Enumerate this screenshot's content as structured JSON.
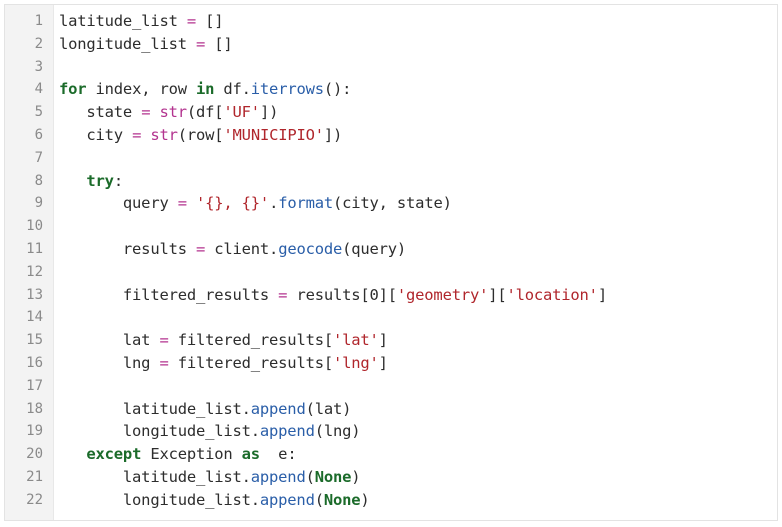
{
  "editor": {
    "lines": [
      {
        "n": "1",
        "tokens": [
          [
            "t",
            "latitude_list "
          ],
          [
            "op",
            "="
          ],
          [
            "t",
            " []"
          ]
        ]
      },
      {
        "n": "2",
        "tokens": [
          [
            "t",
            "longitude_list "
          ],
          [
            "op",
            "="
          ],
          [
            "t",
            " []"
          ]
        ]
      },
      {
        "n": "3",
        "tokens": []
      },
      {
        "n": "4",
        "tokens": [
          [
            "kw",
            "for"
          ],
          [
            "t",
            " index, row "
          ],
          [
            "kw",
            "in"
          ],
          [
            "t",
            " df."
          ],
          [
            "fn",
            "iterrows"
          ],
          [
            "t",
            "():"
          ]
        ]
      },
      {
        "n": "5",
        "tokens": [
          [
            "t",
            "   state "
          ],
          [
            "op",
            "="
          ],
          [
            "t",
            " "
          ],
          [
            "bi",
            "str"
          ],
          [
            "t",
            "(df["
          ],
          [
            "str",
            "'UF'"
          ],
          [
            "t",
            "])"
          ]
        ]
      },
      {
        "n": "6",
        "tokens": [
          [
            "t",
            "   city "
          ],
          [
            "op",
            "="
          ],
          [
            "t",
            " "
          ],
          [
            "bi",
            "str"
          ],
          [
            "t",
            "(row["
          ],
          [
            "str",
            "'MUNICIPIO'"
          ],
          [
            "t",
            "])"
          ]
        ]
      },
      {
        "n": "7",
        "tokens": []
      },
      {
        "n": "8",
        "tokens": [
          [
            "t",
            "   "
          ],
          [
            "kw",
            "try"
          ],
          [
            "t",
            ":"
          ]
        ]
      },
      {
        "n": "9",
        "tokens": [
          [
            "t",
            "       query "
          ],
          [
            "op",
            "="
          ],
          [
            "t",
            " "
          ],
          [
            "str",
            "'{}, {}'"
          ],
          [
            "t",
            "."
          ],
          [
            "fn",
            "format"
          ],
          [
            "t",
            "(city, state)"
          ]
        ]
      },
      {
        "n": "10",
        "tokens": []
      },
      {
        "n": "11",
        "tokens": [
          [
            "t",
            "       results "
          ],
          [
            "op",
            "="
          ],
          [
            "t",
            " client."
          ],
          [
            "fn",
            "geocode"
          ],
          [
            "t",
            "(query)"
          ]
        ]
      },
      {
        "n": "12",
        "tokens": []
      },
      {
        "n": "13",
        "tokens": [
          [
            "t",
            "       filtered_results "
          ],
          [
            "op",
            "="
          ],
          [
            "t",
            " results[0]["
          ],
          [
            "str",
            "'geometry'"
          ],
          [
            "t",
            "]["
          ],
          [
            "str",
            "'location'"
          ],
          [
            "t",
            "]"
          ]
        ]
      },
      {
        "n": "14",
        "tokens": []
      },
      {
        "n": "15",
        "tokens": [
          [
            "t",
            "       lat "
          ],
          [
            "op",
            "="
          ],
          [
            "t",
            " filtered_results["
          ],
          [
            "str",
            "'lat'"
          ],
          [
            "t",
            "]"
          ]
        ]
      },
      {
        "n": "16",
        "tokens": [
          [
            "t",
            "       lng "
          ],
          [
            "op",
            "="
          ],
          [
            "t",
            " filtered_results["
          ],
          [
            "str",
            "'lng'"
          ],
          [
            "t",
            "]"
          ]
        ]
      },
      {
        "n": "17",
        "tokens": []
      },
      {
        "n": "18",
        "tokens": [
          [
            "t",
            "       latitude_list."
          ],
          [
            "fn",
            "append"
          ],
          [
            "t",
            "(lat)"
          ]
        ]
      },
      {
        "n": "19",
        "tokens": [
          [
            "t",
            "       longitude_list."
          ],
          [
            "fn",
            "append"
          ],
          [
            "t",
            "(lng)"
          ]
        ]
      },
      {
        "n": "20",
        "tokens": [
          [
            "t",
            "   "
          ],
          [
            "kw",
            "except"
          ],
          [
            "t",
            " Exception "
          ],
          [
            "kw",
            "as"
          ],
          [
            "t",
            "  e:"
          ]
        ]
      },
      {
        "n": "21",
        "tokens": [
          [
            "t",
            "       latitude_list."
          ],
          [
            "fn",
            "append"
          ],
          [
            "t",
            "("
          ],
          [
            "kw",
            "None"
          ],
          [
            "t",
            ")"
          ]
        ]
      },
      {
        "n": "22",
        "tokens": [
          [
            "t",
            "       longitude_list."
          ],
          [
            "fn",
            "append"
          ],
          [
            "t",
            "("
          ],
          [
            "kw",
            "None"
          ],
          [
            "t",
            ")"
          ]
        ]
      }
    ]
  }
}
